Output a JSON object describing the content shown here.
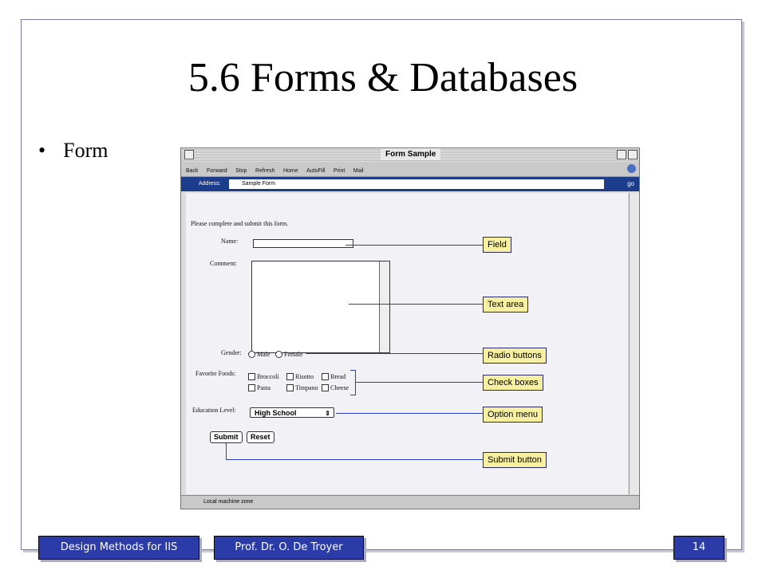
{
  "slide": {
    "title": "5.6 Forms & Databases",
    "bullet": "Form"
  },
  "browser": {
    "window_title": "Form Sample",
    "toolbar": [
      "Back",
      "Forward",
      "Stop",
      "Refresh",
      "Home",
      "AutoFill",
      "Print",
      "Mail"
    ],
    "address_label": "Address:",
    "address_value": "Sample Form",
    "go": "go",
    "status": "Local machine zone"
  },
  "form": {
    "intro": "Please complete and submit this form.",
    "name_label": "Name:",
    "comment_label": "Comment:",
    "gender_label": "Gender:",
    "gender_options": [
      "Male",
      "Female"
    ],
    "foods_label": "Favorite Foods:",
    "foods": [
      "Broccoli",
      "Risotto",
      "Bread",
      "Pasta",
      "Timpano",
      "Cheese"
    ],
    "education_label": "Education Level:",
    "education_value": "High School",
    "submit": "Submit",
    "reset": "Reset"
  },
  "callouts": [
    "Field",
    "Text area",
    "Radio buttons",
    "Check boxes",
    "Option menu",
    "Submit button"
  ],
  "footer": {
    "course": "Design Methods for IIS",
    "author": "Prof. Dr. O. De Troyer",
    "page": "14"
  },
  "colors": {
    "footer_bg": "#2b3ca8",
    "callout_bg": "#f7f0a0",
    "callout_line": "#2a3dbd"
  }
}
